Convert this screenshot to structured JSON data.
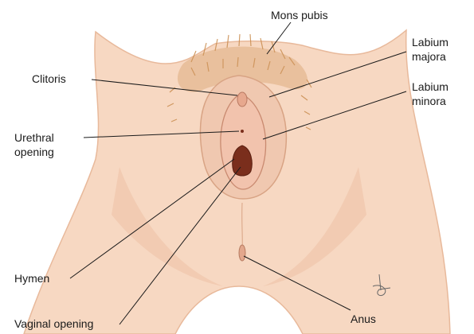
{
  "labels": {
    "mons_pubis": "Mons pubis",
    "labium_majora": [
      "Labium",
      "majora"
    ],
    "labium_minora": [
      "Labium",
      "minora"
    ],
    "clitoris": "Clitoris",
    "urethral_opening": [
      "Urethral",
      "opening"
    ],
    "hymen": "Hymen",
    "vaginal_opening": "Vaginal opening",
    "anus": "Anus"
  },
  "colors": {
    "skin": "#f7d8c2",
    "skin_shadow": "#ebbda0",
    "hair": "#c98c4e",
    "labia_inner": "#f2c3ad",
    "opening": "#7a2e1c",
    "leader_line": "#1a1a1a"
  }
}
